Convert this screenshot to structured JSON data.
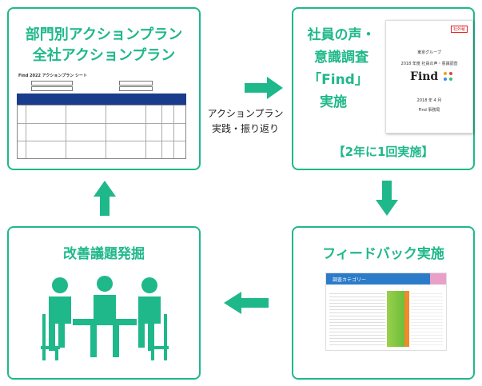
{
  "boxes": {
    "top_left": {
      "line1": "部門別アクションプラン",
      "line2": "全社アクションプラン"
    },
    "top_right": {
      "line1": "社員の声・",
      "line2": "意識調査",
      "line3": "「Find」",
      "line4": "実施",
      "caption": "【2年に1回実施】"
    },
    "bottom_right": {
      "title": "フィードバック実施"
    },
    "bottom_left": {
      "title": "改善議題発掘"
    }
  },
  "middle_label": {
    "line1": "アクションプラン",
    "line2": "実践・振り返り"
  },
  "doc_form": {
    "heading": "Find 2022 アクションプラン シート"
  },
  "doc_report": {
    "org": "東京グループ",
    "title": "2018 年度 社員の声・意識調査",
    "logo": "Find",
    "date": "2018 年 4 月",
    "dept": "Find 事務局",
    "stamp": "社外秘"
  },
  "chart_thumb": {
    "title": "調査カテゴリー"
  },
  "colors": {
    "accent": "#1fb88a"
  }
}
